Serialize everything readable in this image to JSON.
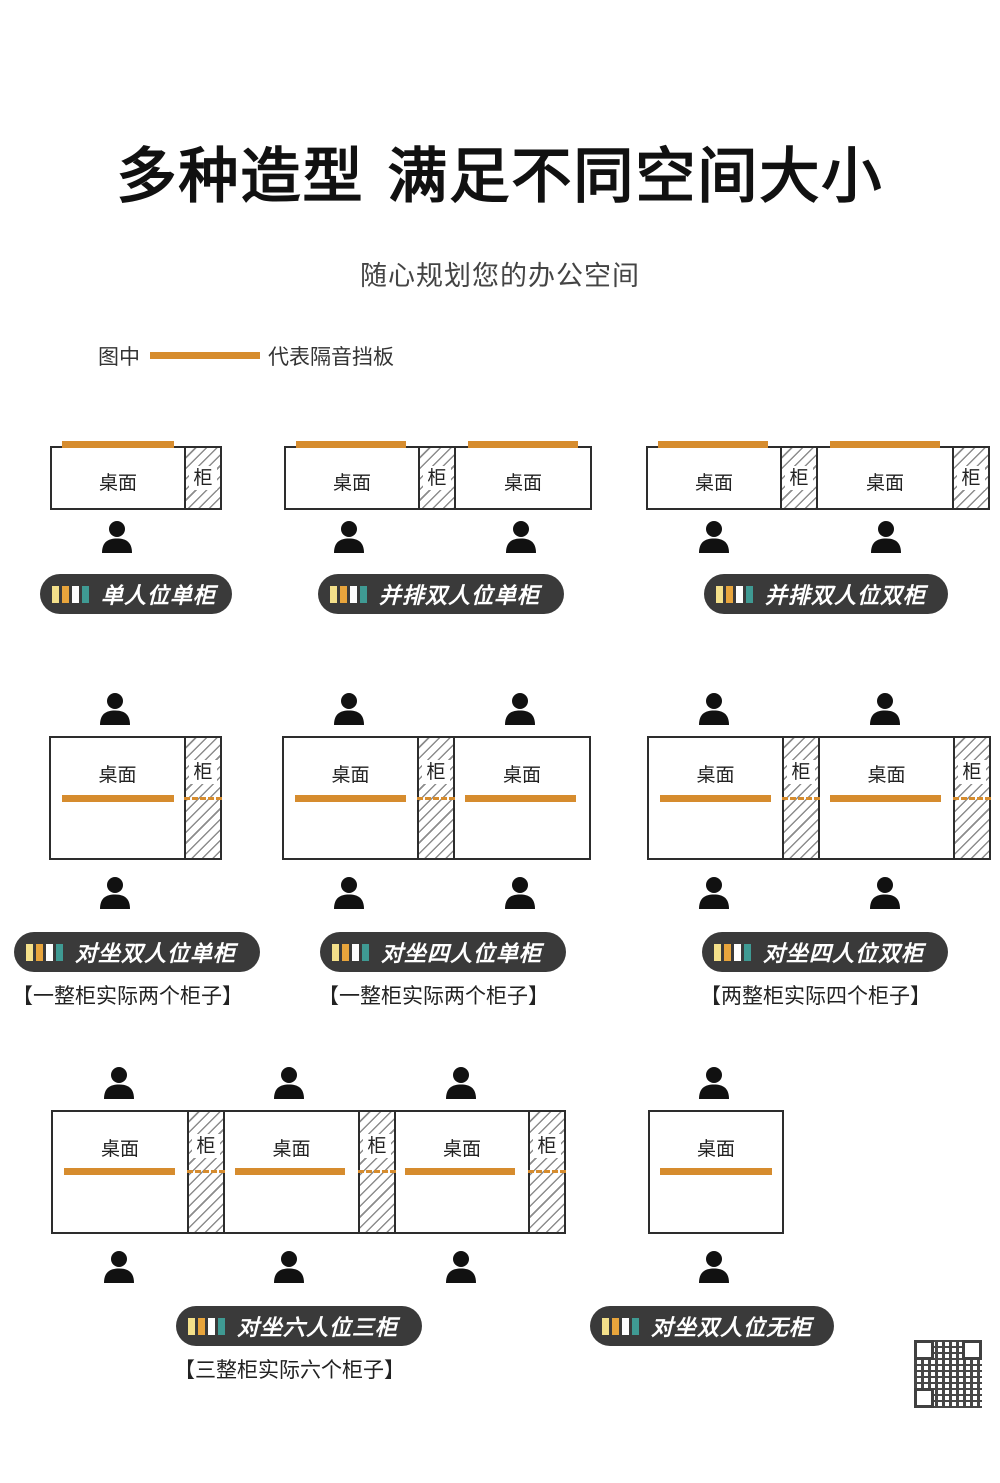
{
  "title": "多种造型 满足不同空间大小",
  "subtitle": "随心规划您的办公空间",
  "legend": {
    "prefix": "图中",
    "suffix": "代表隔音挡板"
  },
  "labels": {
    "desk": "桌面",
    "cabinet": "柜"
  },
  "colors": {
    "accent": "#d68c2e",
    "stripe_yellow": "#f4e08a",
    "stripe_orange": "#e8a53c",
    "stripe_white": "#ffffff",
    "stripe_teal": "#3f9a93",
    "pill": "#3a3a3a"
  },
  "icons": {
    "person": "person-icon",
    "qr": "qr-code"
  },
  "configurations": [
    {
      "name": "单人位单柜"
    },
    {
      "name": "并排双人位单柜"
    },
    {
      "name": "并排双人位双柜"
    },
    {
      "name": "对坐双人位单柜",
      "note": "【一整柜实际两个柜子】"
    },
    {
      "name": "对坐四人位单柜",
      "note": "【一整柜实际两个柜子】"
    },
    {
      "name": "对坐四人位双柜",
      "note": "【两整柜实际四个柜子】"
    },
    {
      "name": "对坐六人位三柜",
      "note": "【三整柜实际六个柜子】"
    },
    {
      "name": "对坐双人位无柜"
    }
  ]
}
